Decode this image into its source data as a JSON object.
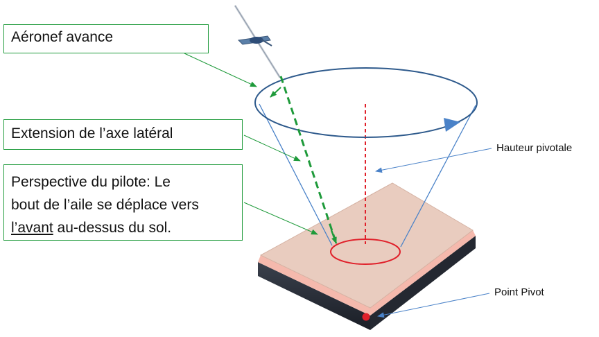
{
  "callouts": {
    "aeronef": "Aéronef avance",
    "extension": "Extension de l’axe latéral",
    "perspective_line1": "Perspective du pilote: Le",
    "perspective_line2": "bout de l’aile se déplace vers",
    "perspective_underlined": "l’avant",
    "perspective_line3_rest": " au-dessus du sol."
  },
  "labels": {
    "hauteur_pivotale": "Hauteur pivotale",
    "point_pivot": "Point Pivot"
  },
  "colors": {
    "callout_border": "#1e9a3a",
    "green_arrow": "#1e9a3a",
    "circle_blue": "#2e5a8c",
    "cone_lines": "#4a82c8",
    "pivot_red": "#e0202a",
    "ground_top": "#f2d4c4",
    "ground_side": "#2a2f3a"
  },
  "icons": [
    "glider-icon",
    "arrowhead-icon",
    "pivot-point-icon"
  ]
}
